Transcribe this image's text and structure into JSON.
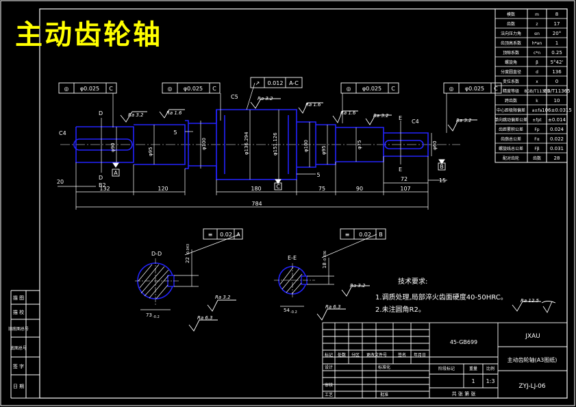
{
  "title": "主动齿轮轴",
  "colors": {
    "background": "#000000",
    "line": "#ffffff",
    "part_outline": "#2020ff",
    "dimension": "#ffffff",
    "title": "#ffff00",
    "frame": "#ffffff"
  },
  "parameters_table": [
    {
      "name": "模数",
      "symbol": "m",
      "value": "8"
    },
    {
      "name": "齿数",
      "symbol": "z",
      "value": "17"
    },
    {
      "name": "法向压力角",
      "symbol": "αn",
      "value": "20°"
    },
    {
      "name": "齿顶高系数",
      "symbol": "h*an",
      "value": "1"
    },
    {
      "name": "顶隙系数",
      "symbol": "c*n",
      "value": "0.25"
    },
    {
      "name": "螺旋角",
      "symbol": "β",
      "value": "5°42'"
    },
    {
      "name": "分度圆直径",
      "symbol": "d",
      "value": "136"
    },
    {
      "name": "变位系数",
      "symbol": "x",
      "value": "0"
    },
    {
      "name": "精度等级",
      "symbol": "8GB/T11365",
      "value": "GB/T11365"
    },
    {
      "name": "跨齿数",
      "symbol": "k",
      "value": "10"
    },
    {
      "name": "中心距极限偏差",
      "symbol": "a±fa",
      "value": "106±0.0315"
    },
    {
      "name": "单向跳动偏差公差",
      "symbol": "±fpt",
      "value": "±0.014"
    },
    {
      "name": "齿距累积公差",
      "symbol": "Fp",
      "value": "0.024"
    },
    {
      "name": "齿廓总公差",
      "symbol": "Fα",
      "value": "0.022"
    },
    {
      "name": "螺旋线总公差",
      "symbol": "Fβ",
      "value": "0.031"
    },
    {
      "name": "配对齿轮",
      "symbol": "齿数",
      "value": "28"
    }
  ],
  "tolerance_frames": [
    {
      "symbol": "◎",
      "value": "φ0.025",
      "datum": "C"
    },
    {
      "symbol": "◎",
      "value": "φ0.025",
      "datum": "C"
    },
    {
      "symbol": "↗",
      "value": "0.012",
      "datum": "A-C"
    },
    {
      "symbol": "◎",
      "value": "φ0.025",
      "datum": "C"
    },
    {
      "symbol": "◎",
      "value": "φ0.025",
      "datum": "C"
    },
    {
      "symbol": "≡",
      "value": "0.02",
      "datum": "A"
    },
    {
      "symbol": "≡",
      "value": "0.02",
      "datum": "B"
    }
  ],
  "roughness": {
    "r32": "Ra 3.2",
    "r16": "Ra 1.6",
    "r63": "Ra 6.3",
    "r125": "Ra 12.5"
  },
  "chamfers": {
    "c4": "C4",
    "c5": "C5"
  },
  "section_labels": {
    "d": "D",
    "e": "E",
    "dd": "D-D",
    "ee": "E-E",
    "b2": "B2"
  },
  "datums": {
    "a": "A",
    "b": "B",
    "c": "C"
  },
  "dims_horizontal": {
    "d20": "20",
    "d132": "132",
    "d120": "120",
    "d180": "180",
    "d784": "784",
    "d75": "75",
    "d90": "90",
    "d107": "107",
    "d72": "72",
    "d15": "15",
    "d5a": "5",
    "d5b": "5"
  },
  "dims_vertical": {
    "phi90": "φ90",
    "phi95": "φ95",
    "phi100": "φ100",
    "phi136": "φ136.294",
    "phi151": "φ151.126",
    "phi100b": "φ100",
    "phi95b": "φ95",
    "phi75": "φ75",
    "phi60": "φ60"
  },
  "section_dims": {
    "dd_width": "73",
    "dd_tol": "-0.2",
    "dd_key": "22",
    "dd_key_tol": "-0.043",
    "ee_width": "54",
    "ee_tol": "-0.2",
    "ee_key": "18",
    "ee_key_tol": "-0.036"
  },
  "tech_requirements": {
    "heading": "技术要求:",
    "line1": "1.调质处理,局部淬火齿面硬度40-50HRC。",
    "line2": "2.未注圆角R2。"
  },
  "left_strip_labels": [
    "描 图",
    "描 校",
    "旧底图总号",
    "底图总号",
    "签 字",
    "日 期"
  ],
  "title_block": {
    "material": "45-GB699",
    "school": "JXAU",
    "drawing_name": "主动齿轮轴(A3图纸)",
    "drawing_no": "ZYJ-LJ-06",
    "col_headers": [
      "标记",
      "处数",
      "分区",
      "更改文件号",
      "签名",
      "年月日"
    ],
    "design": "设计",
    "standardize": "标准化",
    "review": "审核",
    "process": "工艺",
    "approve": "批准",
    "stage_mark": "阶段标记",
    "weight": "重量",
    "scale_label": "比例",
    "qty": "1",
    "scale": "1:3",
    "sheets": "共 张 第 张"
  }
}
